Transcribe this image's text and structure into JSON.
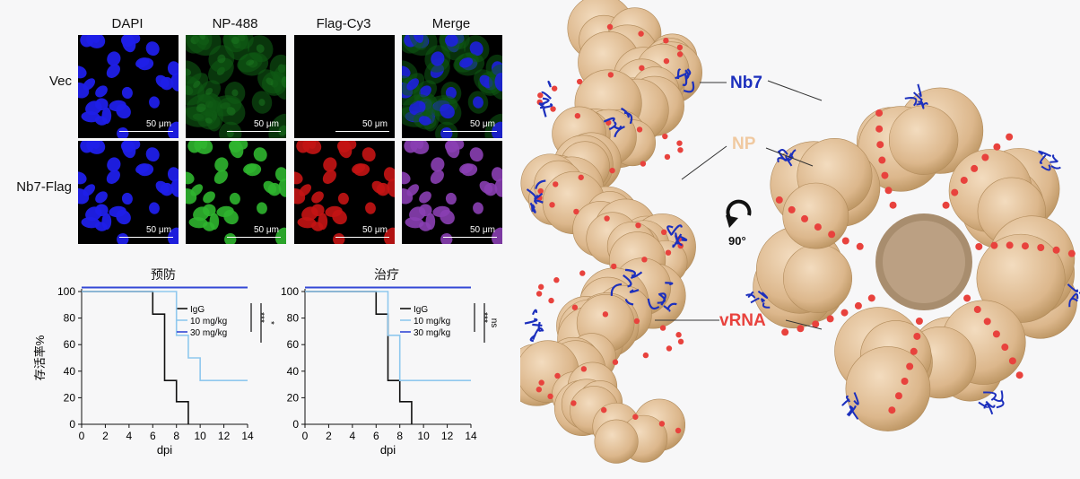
{
  "micro": {
    "columns": [
      "DAPI",
      "NP-488",
      "Flag-Cy3",
      "Merge"
    ],
    "rows": [
      "Vec",
      "Nb7-Flag"
    ],
    "scale_label": "50 μm"
  },
  "structure": {
    "labels": {
      "nb7": "Nb7",
      "np": "NP",
      "vrna": "vRNA"
    },
    "rotation": "90°",
    "colors": {
      "nb7": "#1c2fbd",
      "np": "#e7c7a0",
      "vrna": "#e8423d"
    }
  },
  "chart_data": [
    {
      "type": "line",
      "title": "预防",
      "xlabel": "dpi",
      "ylabel": "存活率%",
      "xlim": [
        0,
        14
      ],
      "ylim": [
        0,
        100
      ],
      "xticks": [
        0,
        2,
        4,
        6,
        8,
        10,
        12,
        14
      ],
      "yticks": [
        0,
        20,
        40,
        60,
        80,
        100
      ],
      "legend": "top-right",
      "series": [
        {
          "name": "IgG",
          "color": "#111111",
          "points": [
            [
              0,
              100
            ],
            [
              6,
              100
            ],
            [
              6,
              83
            ],
            [
              7,
              83
            ],
            [
              7,
              33
            ],
            [
              8,
              33
            ],
            [
              8,
              17
            ],
            [
              9,
              17
            ],
            [
              9,
              0
            ]
          ]
        },
        {
          "name": "10 mg/kg",
          "color": "#8fc8ee",
          "points": [
            [
              0,
              100
            ],
            [
              8,
              100
            ],
            [
              8,
              67
            ],
            [
              9,
              67
            ],
            [
              9,
              50
            ],
            [
              10,
              50
            ],
            [
              10,
              33
            ],
            [
              14,
              33
            ]
          ]
        },
        {
          "name": "30 mg/kg",
          "color": "#3348d6",
          "points": [
            [
              0,
              103
            ],
            [
              14,
              103
            ]
          ]
        }
      ],
      "significance": [
        "***",
        "*"
      ]
    },
    {
      "type": "line",
      "title": "治疗",
      "xlabel": "dpi",
      "ylabel": "",
      "xlim": [
        0,
        14
      ],
      "ylim": [
        0,
        100
      ],
      "xticks": [
        0,
        2,
        4,
        6,
        8,
        10,
        12,
        14
      ],
      "yticks": [
        0,
        20,
        40,
        60,
        80,
        100
      ],
      "legend": "top-right",
      "series": [
        {
          "name": "IgG",
          "color": "#111111",
          "points": [
            [
              0,
              100
            ],
            [
              6,
              100
            ],
            [
              6,
              83
            ],
            [
              7,
              83
            ],
            [
              7,
              33
            ],
            [
              8,
              33
            ],
            [
              8,
              17
            ],
            [
              9,
              17
            ],
            [
              9,
              0
            ]
          ]
        },
        {
          "name": "10 mg/kg",
          "color": "#8fc8ee",
          "points": [
            [
              0,
              100
            ],
            [
              7,
              100
            ],
            [
              7,
              67
            ],
            [
              8,
              67
            ],
            [
              8,
              33
            ],
            [
              14,
              33
            ]
          ]
        },
        {
          "name": "30 mg/kg",
          "color": "#3348d6",
          "points": [
            [
              0,
              103
            ],
            [
              14,
              103
            ]
          ]
        }
      ],
      "significance": [
        "***",
        "ns"
      ]
    }
  ]
}
